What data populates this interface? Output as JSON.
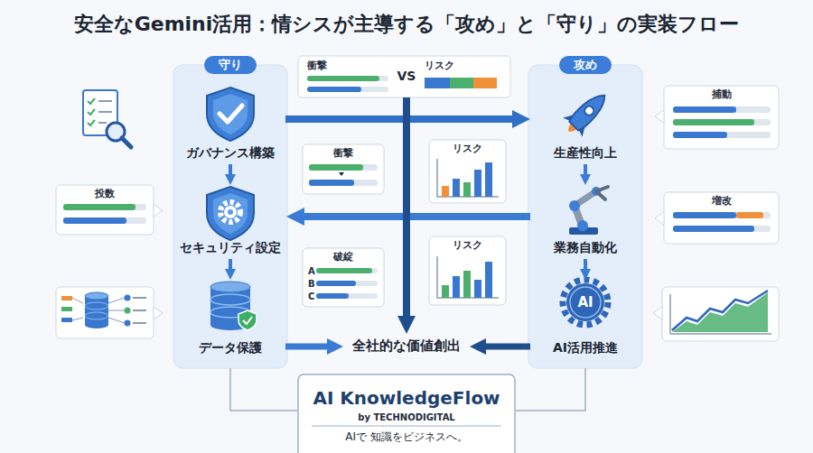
{
  "diagram": {
    "title": "安全なGemini活用：情シスが主導する「攻め」と「守り」の実装フロー",
    "nodes": [
      {
        "text": [
          "守り"
        ]
      },
      {
        "text": [
          "ガバナンス構築"
        ],
        "in": 0
      },
      {
        "text": [
          "セキュリティ設定"
        ],
        "in": 0
      },
      {
        "text": [
          "データ保護"
        ],
        "in": 0
      },
      {
        "text": [
          "攻め"
        ]
      },
      {
        "text": [
          "生産性向上"
        ],
        "in": 4
      },
      {
        "text": [
          "業務自動化"
        ],
        "in": 4
      },
      {
        "text": [
          "AI活用推進"
        ],
        "in": 4
      },
      {
        "text": [
          "衝撃",
          "VS",
          "リスク"
        ]
      },
      {
        "text": [
          "衝撃"
        ]
      },
      {
        "text": [
          "リスク"
        ]
      },
      {
        "text": [
          "破綻",
          "A",
          "B",
          "C"
        ]
      },
      {
        "text": [
          "リスク"
        ]
      },
      {
        "text": [
          "投数"
        ]
      },
      {
        "text": [
          "捕動"
        ]
      },
      {
        "text": [
          "増改"
        ]
      },
      {
        "text": [
          "全社的な価値創出"
        ]
      },
      {
        "text": [
          "AI KnowledgeFlow",
          "by TECHNODIGITAL",
          "AIで 知識をビジネスへ。"
        ]
      }
    ],
    "edges": [
      {
        "from": 1,
        "to": 2,
        "arrow": "to"
      },
      {
        "from": 2,
        "to": 3,
        "arrow": "to"
      },
      {
        "from": 5,
        "to": 6,
        "arrow": "to"
      },
      {
        "from": 6,
        "to": 7,
        "arrow": "to"
      },
      {
        "from": 1,
        "to": 5,
        "arrow": "to"
      },
      {
        "from": 6,
        "to": 2,
        "arrow": "to"
      },
      {
        "from": 8,
        "to": 16,
        "arrow": "to"
      },
      {
        "from": 3,
        "to": 16,
        "arrow": "to"
      },
      {
        "from": 7,
        "to": 16,
        "arrow": "to"
      },
      {
        "from": 0,
        "to": 17,
        "arrow": "none"
      },
      {
        "from": 4,
        "to": 17,
        "arrow": "none"
      }
    ],
    "labels": [
      "AI"
    ]
  }
}
